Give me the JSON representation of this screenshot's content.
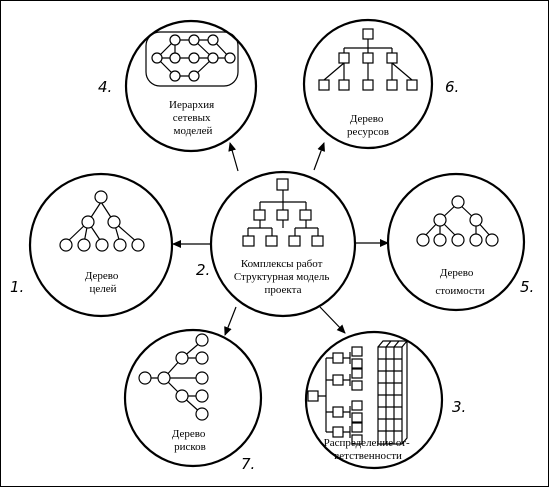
{
  "nodes": {
    "center": {
      "lines": [
        "Комплексы работ",
        "Структурная модель",
        "проекта"
      ],
      "number": "2."
    },
    "goals": {
      "lines": [
        "Дерево",
        "целей"
      ],
      "number": "1."
    },
    "networks": {
      "lines": [
        "Иерархия",
        "сетевых",
        "моделей"
      ],
      "number": "4."
    },
    "resources": {
      "lines": [
        "Дерево",
        "ресурсов"
      ],
      "number": "6."
    },
    "cost": {
      "lines": [
        "Дерево",
        "стоимости"
      ],
      "number": "5."
    },
    "responsibility": {
      "lines": [
        "Распределение от-",
        "ветственности"
      ],
      "number": "3."
    },
    "risks": {
      "lines": [
        "Дерево",
        "рисков"
      ],
      "number": "7."
    }
  }
}
